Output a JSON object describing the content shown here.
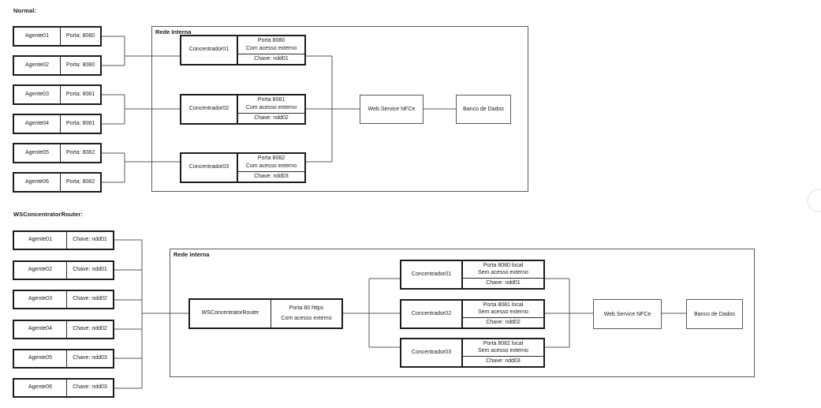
{
  "palette": {
    "line_color": "#595959",
    "box_border_color": "#1c1c1c",
    "container_border_color": "#595959",
    "text_color": "#1a1a1a",
    "background": "#ffffff"
  },
  "normal": {
    "title": "Normal:",
    "network": {
      "label": "Rede Interna"
    },
    "agents": [
      {
        "name": "Agente01",
        "port": "Porta: 8080"
      },
      {
        "name": "Agente02",
        "port": "Porta: 8080"
      },
      {
        "name": "Agente03",
        "port": "Porta: 8081"
      },
      {
        "name": "Agente04",
        "port": "Porta: 8081"
      },
      {
        "name": "Agente05",
        "port": "Porta: 8082"
      },
      {
        "name": "Agente06",
        "port": "Porta: 8082"
      }
    ],
    "concentrators": [
      {
        "name": "Concentrador01",
        "port": "Porta 8080",
        "access": "Com acesso externo",
        "key": "Chave: ndd01"
      },
      {
        "name": "Concentrador02",
        "port": "Porta 8081",
        "access": "Com acesso externo",
        "key": "Chave: ndd02"
      },
      {
        "name": "Concentrador03",
        "port": "Porta 8082",
        "access": "Com acesso externo",
        "key": "Chave: ndd03"
      }
    ],
    "web_service": {
      "label": "Web Service NFCe"
    },
    "database": {
      "label": "Banco de Dados"
    }
  },
  "router": {
    "title": "WSConcentratorRouter:",
    "network": {
      "label": "Rede Interna"
    },
    "agents": [
      {
        "name": "Agente01",
        "key": "Chave: ndd01"
      },
      {
        "name": "Agente02",
        "key": "Chave: ndd01"
      },
      {
        "name": "Agente03",
        "key": "Chave: ndd02"
      },
      {
        "name": "Agente04",
        "key": "Chave: ndd02"
      },
      {
        "name": "Agente05",
        "key": "Chave: ndd03"
      },
      {
        "name": "Agente06",
        "key": "Chave: ndd03"
      }
    ],
    "gateway": {
      "name": "WSConcentratorRouter",
      "port": "Porta 80 https",
      "access": "Com acesso externo"
    },
    "concentrators": [
      {
        "name": "Concentrador01",
        "port": "Porta 8080 local",
        "access": "Sem acesso externo",
        "key": "Chave: ndd01"
      },
      {
        "name": "Concentrador02",
        "port": "Porta 8081 local",
        "access": "Sem acesso externo",
        "key": "Chave: ndd02"
      },
      {
        "name": "Concentrador03",
        "port": "Porta 8082 local",
        "access": "Sem acesso externo",
        "key": "Chave: ndd03"
      }
    ],
    "web_service": {
      "label": "Web Service NFCe"
    },
    "database": {
      "label": "Banco de Dados"
    }
  }
}
